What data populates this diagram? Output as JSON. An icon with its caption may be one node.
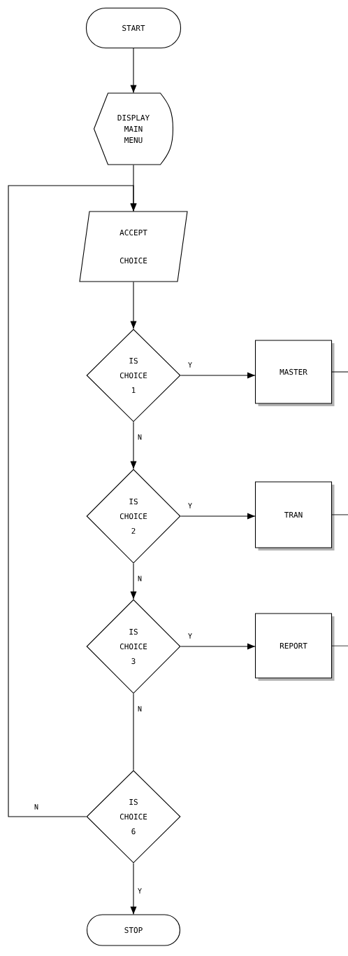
{
  "diagram": {
    "nodes": [
      {
        "text": [
          "START"
        ]
      },
      {
        "text": [
          "DISPLAY MAIN MENU"
        ]
      },
      {
        "text": [
          "ACCEPT CHOICE"
        ]
      },
      {
        "text": [
          "IS CHOICE 1"
        ]
      },
      {
        "text": [
          "MASTER"
        ]
      },
      {
        "text": [
          "IS CHOICE 2"
        ]
      },
      {
        "text": [
          "TRAN"
        ]
      },
      {
        "text": [
          "IS CHOICE 3"
        ]
      },
      {
        "text": [
          "REPORT"
        ]
      },
      {
        "text": [
          "IS CHOICE 6"
        ]
      },
      {
        "text": [
          "STOP"
        ]
      }
    ],
    "edges": [
      {
        "from": 0,
        "to": 1,
        "arrow": "to"
      },
      {
        "from": 1,
        "to": 2,
        "arrow": "to"
      },
      {
        "from": 2,
        "to": 3,
        "arrow": "to"
      },
      {
        "from": 3,
        "to": 4,
        "arrow": "to",
        "label": "Y"
      },
      {
        "from": 3,
        "to": 5,
        "arrow": "to",
        "label": "N"
      },
      {
        "from": 4,
        "to": null,
        "arrow": "none"
      },
      {
        "from": 5,
        "to": 6,
        "arrow": "to",
        "label": "Y"
      },
      {
        "from": 5,
        "to": 7,
        "arrow": "to",
        "label": "N"
      },
      {
        "from": 6,
        "to": null,
        "arrow": "none"
      },
      {
        "from": 7,
        "to": 8,
        "arrow": "to",
        "label": "Y"
      },
      {
        "from": 7,
        "to": 9,
        "arrow": "none",
        "label": "N"
      },
      {
        "from": 8,
        "to": null,
        "arrow": "none"
      },
      {
        "from": 9,
        "to": 2,
        "arrow": "to",
        "label": "N"
      },
      {
        "from": 9,
        "to": 10,
        "arrow": "to",
        "label": "Y"
      }
    ]
  }
}
